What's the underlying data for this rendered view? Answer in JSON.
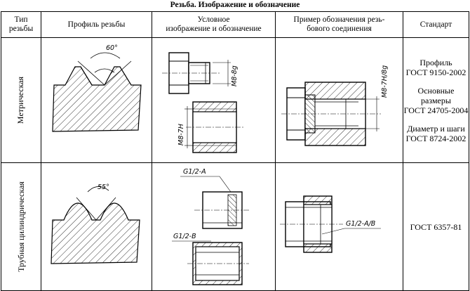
{
  "title": "Резьба. Изображение и обозначение",
  "columns": [
    [
      "Тип",
      "резьбы"
    ],
    [
      "Профиль резьбы"
    ],
    [
      "Условное",
      "изображение и обозначение"
    ],
    [
      "Пример обозначения резь-",
      "бового соединения"
    ],
    [
      "Стандарт"
    ]
  ],
  "rows": [
    {
      "type": "Метрическая",
      "angle": "60°",
      "designation_ext": "M8-8g",
      "designation_int": "M8-7H",
      "connection": "M8-7H/8g",
      "standards": [
        [
          "Профиль",
          "ГОСТ 9150-2002"
        ],
        [
          "Основные",
          "размеры",
          "ГОСТ 24705-2004"
        ],
        [
          "Диаметр и шаги",
          "ГОСТ 8724-2002"
        ]
      ]
    },
    {
      "type": "Трубная цилиндрическая",
      "angle": "55°",
      "designation_ext": "G1/2-A",
      "designation_int": "G1/2-B",
      "connection": "G1/2-A/B",
      "standards": [
        [
          "ГОСТ 6357-81"
        ]
      ]
    }
  ]
}
